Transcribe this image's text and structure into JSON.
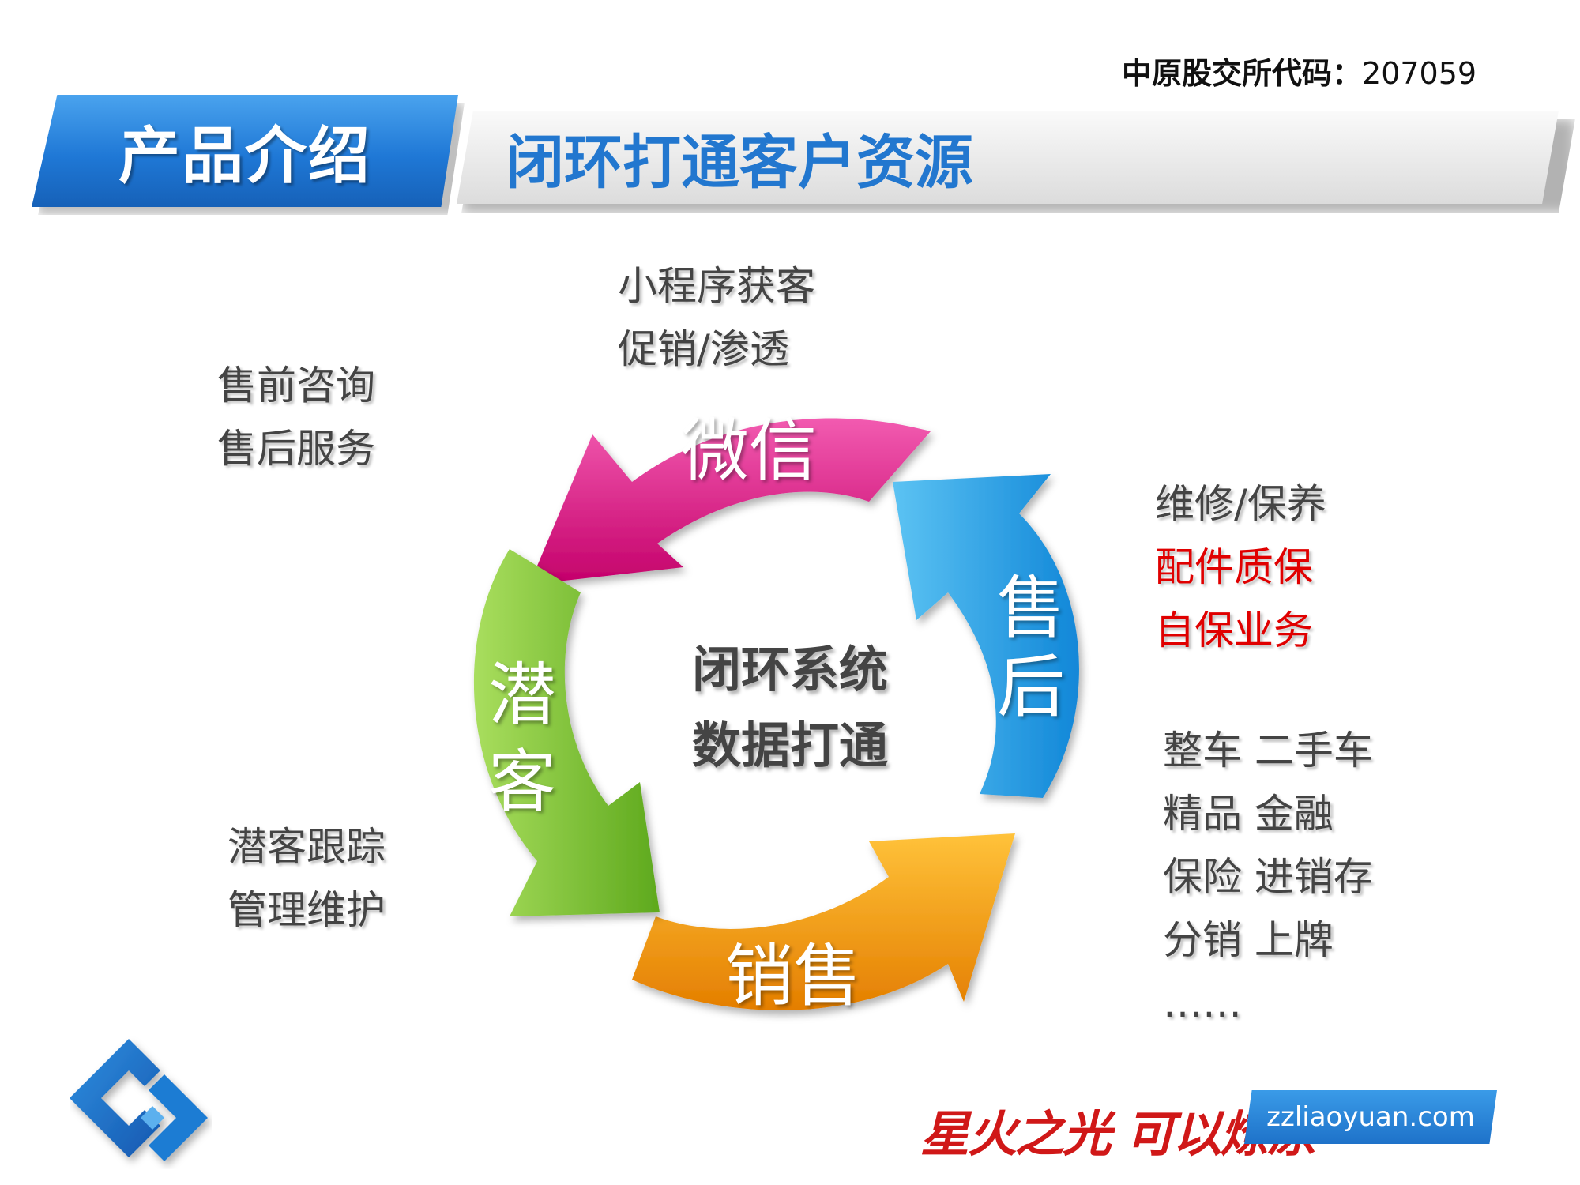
{
  "header": {
    "code_label": "中原股交所代码：",
    "code_value": "207059",
    "section_tab": "产品介绍",
    "title": "闭环打通客户资源"
  },
  "cycle": {
    "wechat": "微信",
    "after_sales": [
      "售",
      "后"
    ],
    "sales": "销售",
    "prospects": [
      "潜",
      "客"
    ],
    "center_lines": [
      "闭环系统",
      "数据打通"
    ]
  },
  "notes": {
    "top": [
      "小程序获客",
      "促销/渗透"
    ],
    "left_top": [
      "售前咨询",
      "售后服务"
    ],
    "left_bottom": [
      "潜客跟踪",
      "管理维护"
    ],
    "right_top": [
      "维修/保养"
    ],
    "right_top_red": [
      "配件质保",
      "自保业务"
    ],
    "right_bottom": [
      "整车 二手车",
      "精品 金融",
      "保险 进销存",
      "分销 上牌",
      "……"
    ]
  },
  "footer": {
    "slogan": "星火之光 可以燎原",
    "url": "zzliaoyuan.com"
  },
  "colors": {
    "wechat": "#e0127f",
    "after_sales": "#1a9ee6",
    "sales": "#f39b0a",
    "prospects": "#7cc434",
    "title_blue": "#2277cf",
    "accent_red": "#e00000"
  }
}
